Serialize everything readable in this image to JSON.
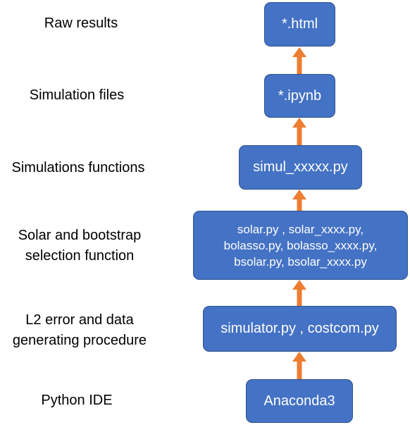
{
  "theme": {
    "box_fill": "#4472c4",
    "box_border": "#2f528f",
    "box_text": "#ffffff",
    "arrow_color": "#ed7d31",
    "label_text": "#000000"
  },
  "layers": [
    {
      "label": "Raw results",
      "box": "*.html"
    },
    {
      "label": "Simulation files",
      "box": "*.ipynb"
    },
    {
      "label": "Simulations functions",
      "box": "simul_xxxxx.py"
    },
    {
      "label_lines": [
        "Solar and bootstrap",
        "selection function"
      ],
      "box_lines": [
        "solar.py , solar_xxxx.py,",
        "bolasso.py, bolasso_xxxx.py,",
        "bsolar.py, bsolar_xxxx.py"
      ]
    },
    {
      "label_lines": [
        "L2 error and data",
        "generating procedure"
      ],
      "box": "simulator.py , costcom.py"
    },
    {
      "label": "Python IDE",
      "box": "Anaconda3"
    }
  ]
}
